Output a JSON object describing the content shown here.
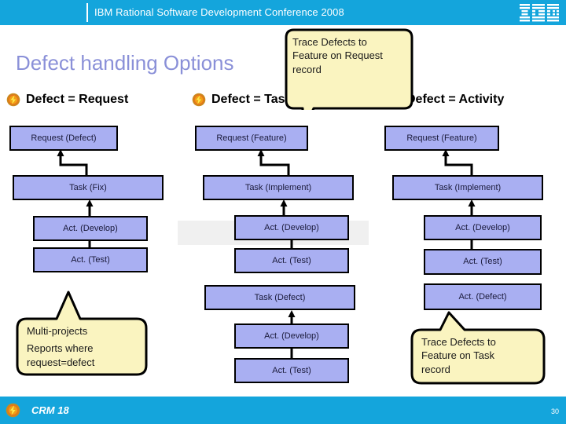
{
  "header": {
    "conference_title": "IBM Rational Software Development Conference 2008",
    "logo_name": "ibm-logo",
    "bar_color": "#14A5DC"
  },
  "slide": {
    "title": "Defect handling Options",
    "title_color": "#8A90D8"
  },
  "columns": [
    {
      "id": "defect-request",
      "heading": "Defect = Request",
      "icon": "bolt-icon",
      "boxes": [
        {
          "label": "Request (Defect)"
        },
        {
          "label": "Task (Fix)"
        },
        {
          "label": "Act. (Develop)"
        },
        {
          "label": "Act. (Test)"
        }
      ]
    },
    {
      "id": "defect-task",
      "heading": "Defect = Task",
      "icon": "bolt-icon",
      "boxes": [
        {
          "label": "Request (Feature)"
        },
        {
          "label": "Task (Implement)"
        },
        {
          "label": "Act. (Develop)"
        },
        {
          "label": "Act. (Test)"
        },
        {
          "label": "Task (Defect)"
        },
        {
          "label": "Act. (Develop)"
        },
        {
          "label": "Act. (Test)"
        }
      ]
    },
    {
      "id": "defect-activity",
      "heading": "Defect = Activity",
      "icon": "bolt-icon",
      "boxes": [
        {
          "label": "Request (Feature)"
        },
        {
          "label": "Task (Implement)"
        },
        {
          "label": "Act. (Develop)"
        },
        {
          "label": "Act. (Test)"
        },
        {
          "label": "Act. (Defect)"
        }
      ]
    }
  ],
  "callouts": {
    "top": {
      "line1": "Trace Defects to",
      "line2": "Feature on Request",
      "line3": "record"
    },
    "left": {
      "line1": "Multi-projects",
      "line2": "Reports where",
      "line3": "request=defect"
    },
    "right": {
      "line1": "Trace Defects to",
      "line2": "Feature on Task",
      "line3": "record"
    },
    "fill_color": "#FAF4C0"
  },
  "footer": {
    "label": "CRM 18",
    "page_number": "30",
    "icon": "bolt-icon"
  },
  "colors": {
    "box_fill": "#A9AFF2",
    "box_border": "#000000",
    "accent": "#14A5DC"
  }
}
